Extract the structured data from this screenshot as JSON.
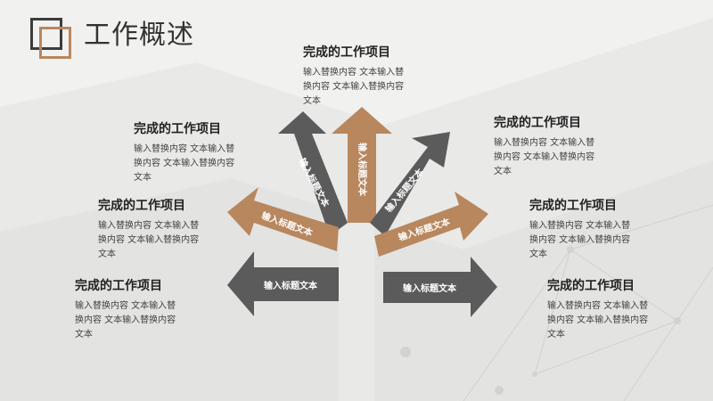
{
  "page": {
    "title": "工作概述"
  },
  "colors": {
    "accent": "#b8875e",
    "dark": "#5b5b5b",
    "trunk": "#e9e9e8"
  },
  "items": [
    {
      "heading": "完成的工作项目",
      "desc": "输入替换内容 文本输入替换内容 文本输入替换内容 文本"
    },
    {
      "heading": "完成的工作项目",
      "desc": "输入替换内容 文本输入替换内容 文本输入替换内容 文本"
    },
    {
      "heading": "完成的工作项目",
      "desc": "输入替换内容 文本输入替换内容 文本输入替换内容 文本"
    },
    {
      "heading": "完成的工作项目",
      "desc": "输入替换内容 文本输入替换内容 文本输入替换内容 文本"
    },
    {
      "heading": "完成的工作项目",
      "desc": "输入替换内容 文本输入替换内容 文本输入替换内容 文本"
    },
    {
      "heading": "完成的工作项目",
      "desc": "输入替换内容 文本输入替换内容 文本输入替换内容 文本"
    },
    {
      "heading": "完成的工作项目",
      "desc": "输入替换内容 文本输入替换内容 文本输入替换内容 文本"
    }
  ],
  "arrows": [
    {
      "label": "输入标题文本",
      "color": "#b8875e"
    },
    {
      "label": "输入标题文本",
      "color": "#5b5b5b"
    },
    {
      "label": "输入标题文本",
      "color": "#5b5b5b"
    },
    {
      "label": "输入标题文本",
      "color": "#b8875e"
    },
    {
      "label": "输入标题文本",
      "color": "#b8875e"
    },
    {
      "label": "输入标题文本",
      "color": "#5b5b5b"
    },
    {
      "label": "输入标题文本",
      "color": "#5b5b5b"
    }
  ]
}
